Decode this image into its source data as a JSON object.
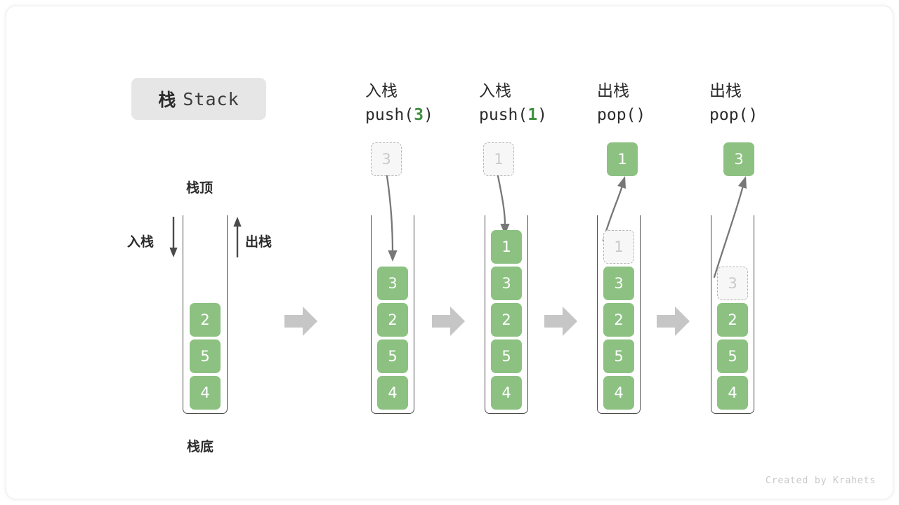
{
  "title": {
    "cn": "栈",
    "en": "Stack"
  },
  "legend": {
    "top_label": "栈顶",
    "bottom_label": "栈底",
    "push_label": "入栈",
    "pop_label": "出栈"
  },
  "colors": {
    "element_fill": "#8cc182",
    "element_text": "#ffffff",
    "ghost_fill": "#f7f7f7",
    "ghost_border": "#b6b6b6",
    "ghost_text": "#c9c9c9",
    "accent_arg": "#3f9142",
    "flow_arrow": "#c6c6c6",
    "curve_arrow": "#777777",
    "badge_bg": "#e6e6e6",
    "stack_wall": "#4a4a4a"
  },
  "initial_stack": {
    "caption_top": "栈顶",
    "caption_bottom": "栈底",
    "elements": [
      "2",
      "5",
      "4"
    ]
  },
  "steps": [
    {
      "op": "入栈",
      "sig_prefix": "push(",
      "sig_arg": "3",
      "sig_suffix": ")",
      "floating": {
        "value": "3",
        "style": "ghost"
      },
      "direction": "in",
      "elements": [
        "3",
        "2",
        "5",
        "4"
      ],
      "ghost_top": null
    },
    {
      "op": "入栈",
      "sig_prefix": "push(",
      "sig_arg": "1",
      "sig_suffix": ")",
      "floating": {
        "value": "1",
        "style": "ghost"
      },
      "direction": "in",
      "elements": [
        "1",
        "3",
        "2",
        "5",
        "4"
      ],
      "ghost_top": null
    },
    {
      "op": "出栈",
      "sig_prefix": "pop(",
      "sig_arg": "",
      "sig_suffix": ")",
      "floating": {
        "value": "1",
        "style": "solid"
      },
      "direction": "out",
      "elements": [
        "3",
        "2",
        "5",
        "4"
      ],
      "ghost_top": "1"
    },
    {
      "op": "出栈",
      "sig_prefix": "pop(",
      "sig_arg": "",
      "sig_suffix": ")",
      "floating": {
        "value": "3",
        "style": "solid"
      },
      "direction": "out",
      "elements": [
        "2",
        "5",
        "4"
      ],
      "ghost_top": "3"
    }
  ],
  "credit": "Created by Krahets"
}
